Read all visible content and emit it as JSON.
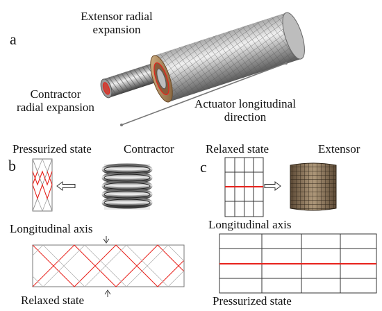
{
  "panel_a": {
    "letter": "a",
    "extensor_line1": "Extensor radial",
    "extensor_line2": "expansion",
    "contractor_line1": "Contractor",
    "contractor_line2": "radial expansion",
    "longitudinal_line1": "Actuator longitudinal",
    "longitudinal_line2": "direction"
  },
  "panel_b": {
    "letter": "b",
    "pressurized_label": "Pressurized state",
    "contractor_label": "Contractor",
    "longitudinal_axis_label": "Longitudinal axis",
    "relaxed_label": "Relaxed state"
  },
  "panel_c": {
    "letter": "c",
    "relaxed_label": "Relaxed state",
    "extensor_label": "Extensor",
    "longitudinal_axis_label": "Longitudinal axis",
    "pressurized_label": "Pressurized state"
  },
  "colors": {
    "fiber_red": "#e8221c",
    "line_gray": "#777777",
    "dark_line": "#222222"
  }
}
